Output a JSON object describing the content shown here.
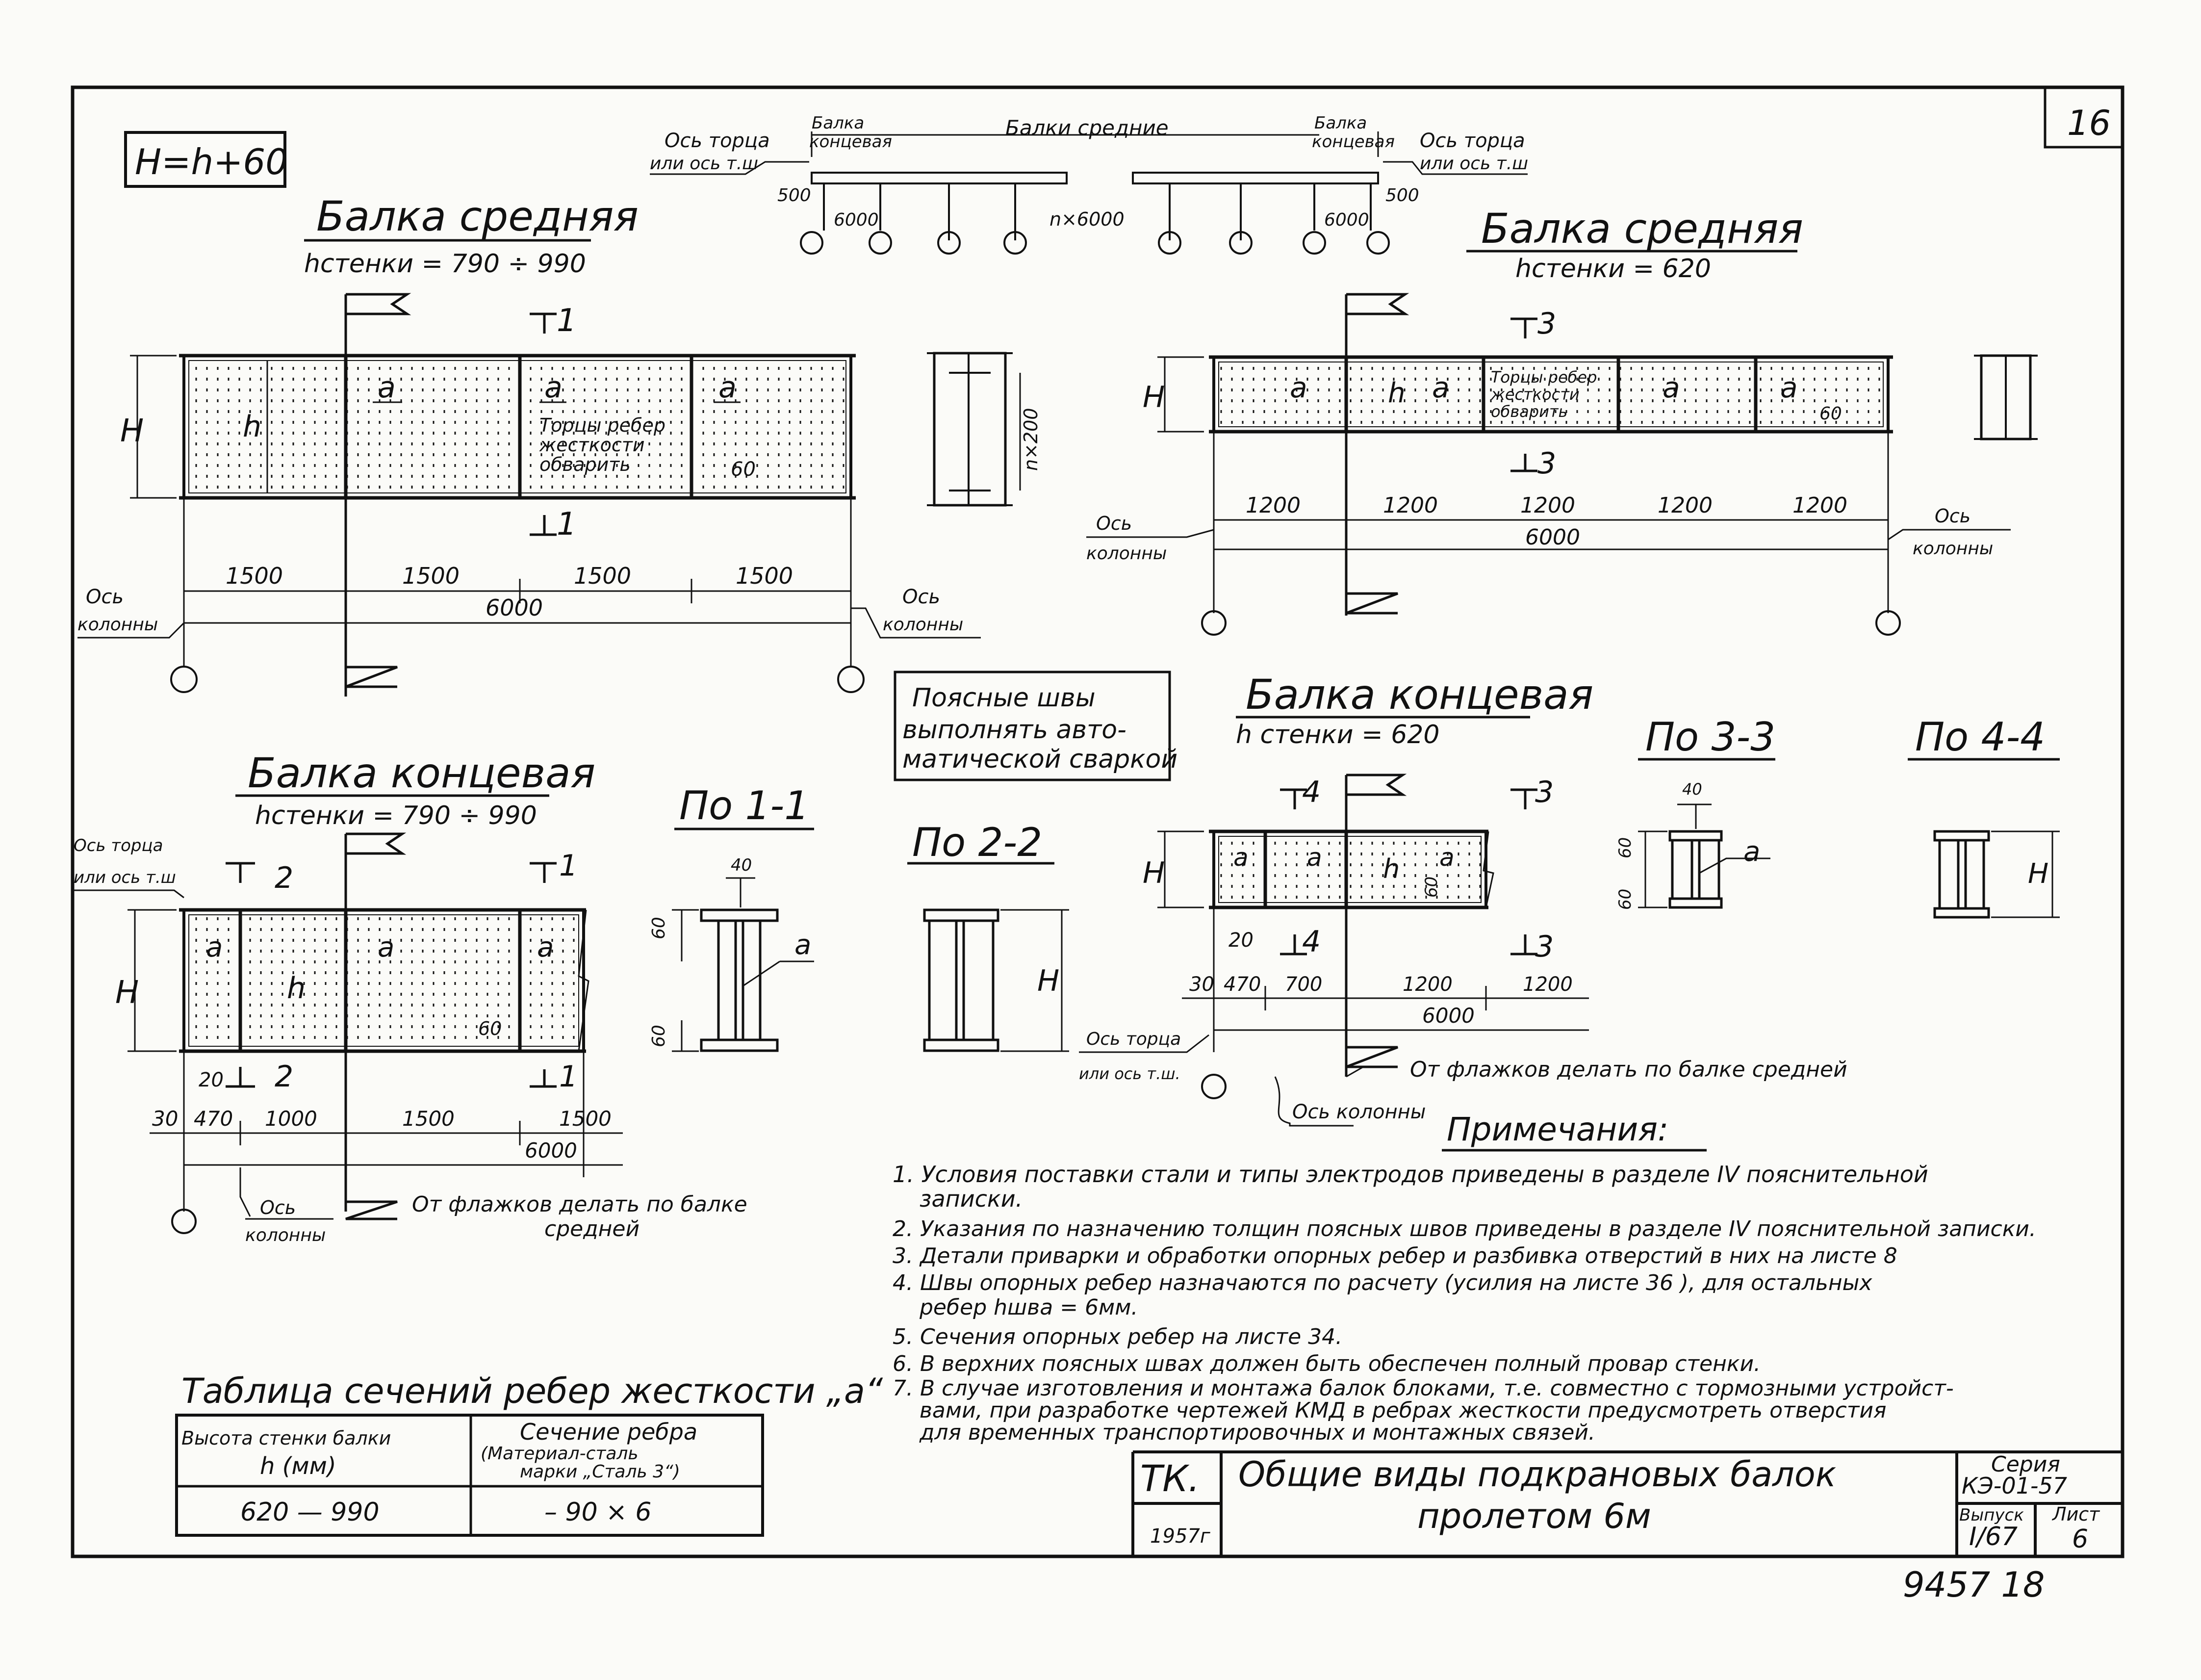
{
  "sheet_number": "16",
  "formula": "H=h+60",
  "stamp_bottom": "9457 18",
  "top_scheme": {
    "end_beam_left": [
      "Балка",
      "концевая"
    ],
    "end_beam_right": [
      "Балка",
      "концевая"
    ],
    "middle_beams": "Балки средние",
    "axis_left": [
      "Ось торца",
      "или ось т.ш"
    ],
    "axis_right": [
      "Ось торца",
      "или ось т.ш"
    ],
    "dim_500_left": "500",
    "dim_500_right": "500",
    "dim_6000_left": "6000",
    "dim_6000_right": "6000",
    "span_note": "n×6000"
  },
  "views": {
    "mid_large": {
      "title": "Балка средняя",
      "subtitle": "hстенки = 790 ÷ 990",
      "cut_top": "1",
      "cut_bottom": "1",
      "label_H": "H",
      "label_h": "h",
      "rib_a1": "a",
      "rib_a2": "a",
      "rib_a3": "a",
      "note": [
        "Торцы ребер",
        "жесткости",
        "обварить"
      ],
      "dim_60": "60",
      "dims": [
        "1500",
        "1500",
        "1500",
        "1500"
      ],
      "total": "6000",
      "axis_left": [
        "Ось",
        "колонны"
      ],
      "axis_right": [
        "Ось",
        "колонны"
      ],
      "end_dim": "n×200"
    },
    "mid_small": {
      "title": "Балка средняя",
      "subtitle": "hстенки = 620",
      "cut_top": "3",
      "cut_bottom": "3",
      "label_H": "H",
      "label_h": "h",
      "rib_a1": "a",
      "rib_a2": "a",
      "rib_a3": "a",
      "rib_a4": "a",
      "note": [
        "Торцы ребер",
        "жесткости",
        "обварить"
      ],
      "dim_60": "60",
      "dims": [
        "1200",
        "1200",
        "1200",
        "1200",
        "1200"
      ],
      "total": "6000",
      "axis_left": [
        "Ось",
        "колонны"
      ],
      "axis_right": [
        "Ось",
        "колонны"
      ]
    },
    "welds_note": [
      "Поясные швы",
      "выполнять авто-",
      "матической сваркой"
    ],
    "end_large": {
      "title": "Балка концевая",
      "subtitle": "hстенки = 790 ÷ 990",
      "axis_top": [
        "Ось торца",
        "или ось т.ш"
      ],
      "cut_2": "2",
      "cut_1": "1",
      "label_H": "H",
      "label_h": "h",
      "rib_a1": "a",
      "rib_a2": "a",
      "rib_a3": "a",
      "dim_60": "60",
      "dim_20": "20",
      "dims": [
        "30",
        "470",
        "1000",
        "1500",
        "1500"
      ],
      "total": "6000",
      "axis_bottom": [
        "Ось",
        "колонны"
      ],
      "flag_note": [
        "От флажков делать по балке",
        "средней"
      ]
    },
    "end_small": {
      "title": "Балка концевая",
      "subtitle": "h стенки = 620",
      "cut_4": "4",
      "cut_3": "3",
      "label_H": "H",
      "label_h": "h",
      "rib_a1": "a",
      "rib_a2": "a",
      "rib_a3": "a",
      "dim_60": "60",
      "dim_20": "20",
      "dims": [
        "30",
        "470",
        "700",
        "1200",
        "1200"
      ],
      "total": "6000",
      "axis_top": [
        "Ось торца",
        "или ось т.ш."
      ],
      "axis_bottom": "Ось колонны",
      "flag_note": "От флажков делать по балке средней"
    },
    "section_1_1": {
      "title": "По 1-1",
      "w": "40",
      "t": "60",
      "b": "60",
      "rib": "a"
    },
    "section_2_2": {
      "title": "По 2-2",
      "H": "H"
    },
    "section_3_3": {
      "title": "По 3-3",
      "w": "40",
      "t": "60",
      "b": "60",
      "rib": "a"
    },
    "section_4_4": {
      "title": "По 4-4",
      "H": "H"
    }
  },
  "notes": {
    "title": "Примечания:",
    "items": [
      "1. Условия поставки стали и типы электродов приведены в разделе IV пояснительной",
      "записки.",
      "2. Указания по назначению толщин поясных швов приведены в разделе IV пояснительной записки.",
      "3. Детали приварки и обработки опорных ребер и разбивка отверстий в них на листе 8",
      "4. Швы опорных ребер назначаются по расчету (усилия на листе 36 ), для остальных",
      "ребер hшва = 6мм.",
      "5. Сечения опорных ребер на листе 34.",
      "6. В верхних поясных швах должен быть обеспечен полный провар стенки.",
      "7. В случае изготовления и монтажа балок блоками, т.е. совместно с тормозными устройст-",
      "вами, при разработке чертежей КМД в ребрах жесткости предусмотреть отверстия",
      "для временных транспортировочных и монтажных связей."
    ]
  },
  "rib_table": {
    "title": "Таблица сечений ребер жесткости „a“",
    "head_col1": [
      "Высота стенки балки",
      "h (мм)"
    ],
    "head_col2": [
      "Сечение ребра",
      "(Материал-сталь",
      "марки „Сталь 3“)"
    ],
    "row_col1": "620 — 990",
    "row_col2": "– 90 × 6"
  },
  "title_block": {
    "org": "ТК.",
    "year": "1957г",
    "title_line1": "Общие виды подкрановых балок",
    "title_line2": "пролетом 6м",
    "series_label": "Серия",
    "series_value": "КЭ-01-57",
    "issue_label": "Выпуск",
    "issue_value": "I/67",
    "sheet_label": "Лист",
    "sheet_value": "6"
  }
}
